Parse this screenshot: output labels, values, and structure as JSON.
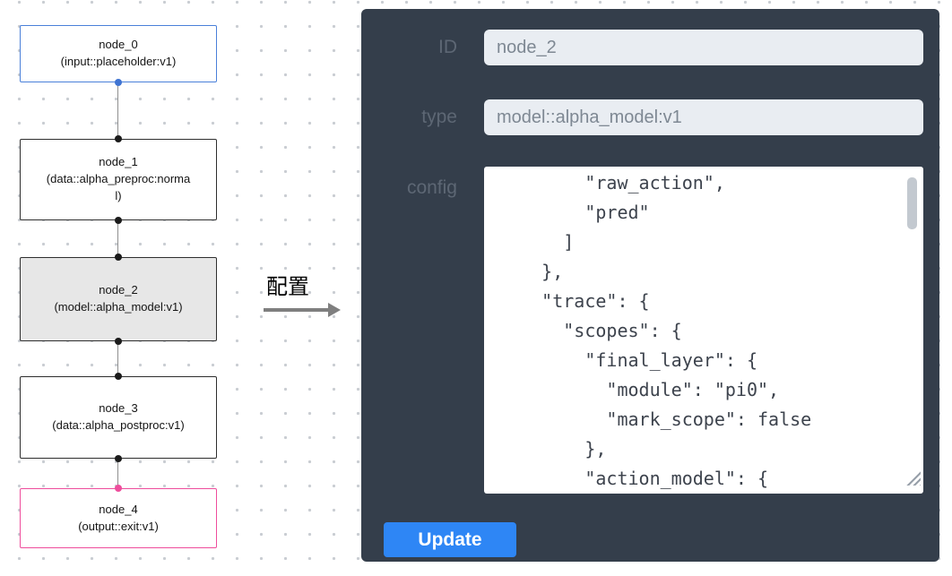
{
  "flowchart": {
    "nodes": [
      {
        "title": "node_0",
        "subtitle": "(input::placeholder:v1)"
      },
      {
        "title": "node_1",
        "subtitle": "(data::alpha_preproc:normal)"
      },
      {
        "title": "node_2",
        "subtitle": "(model::alpha_model:v1)"
      },
      {
        "title": "node_3",
        "subtitle": "(data::alpha_postproc:v1)"
      },
      {
        "title": "node_4",
        "subtitle": "(output::exit:v1)"
      }
    ],
    "arrow_label": "配置"
  },
  "panel": {
    "fields": {
      "id": {
        "label": "ID",
        "value": "node_2"
      },
      "type": {
        "label": "type",
        "value": "model::alpha_model:v1"
      },
      "config": {
        "label": "config",
        "value": "        \"raw_action\",\n        \"pred\"\n      ]\n    },\n    \"trace\": {\n      \"scopes\": {\n        \"final_layer\": {\n          \"module\": \"pi0\",\n          \"mark_scope\": false\n        },\n        \"action_model\": {"
      }
    },
    "update_button": "Update"
  },
  "colors": {
    "panel_bg": "#343e4b",
    "accent_blue": "#2e86f5",
    "input_node_border": "#4a80d9",
    "output_node_border": "#ee4d9c",
    "selected_node_bg": "#e7e7e7"
  }
}
